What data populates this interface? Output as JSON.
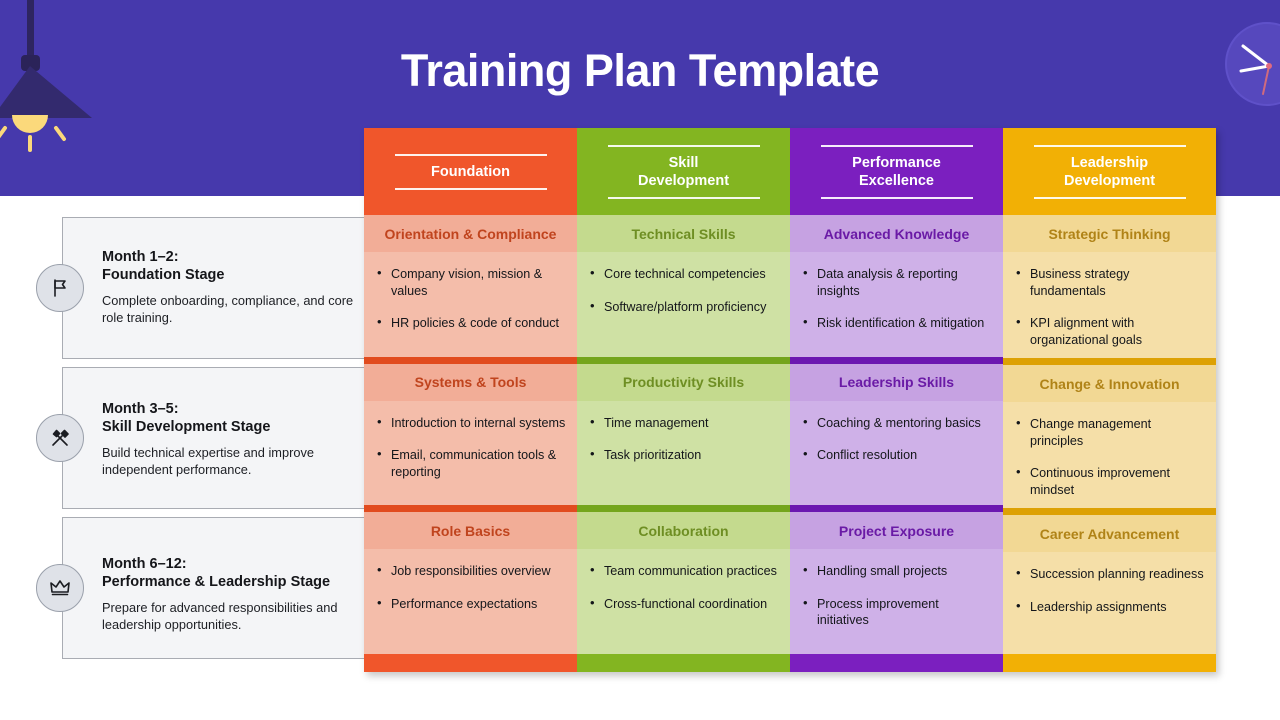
{
  "header": {
    "title": "Training Plan Template",
    "background_color": "#4639AC",
    "lamp_icon": "hanging-lamp-icon",
    "clock_icon": "clock-icon"
  },
  "stages": [
    {
      "icon": "flag-icon",
      "title": "Month 1–2:\nFoundation Stage",
      "description": "Complete onboarding, compliance, and core role training."
    },
    {
      "icon": "tools-icon",
      "title": "Month 3–5:\nSkill Development Stage",
      "description": "Build technical expertise and improve independent performance."
    },
    {
      "icon": "crown-icon",
      "title": "Month 6–12:\nPerformance & Leadership Stage",
      "description": "Prepare for advanced responsibilities and leadership opportunities."
    }
  ],
  "columns": [
    {
      "header": "Foundation",
      "header_color": "#F0562B",
      "sub_bg": "#F2AD97",
      "sub_text_color": "#C0441E",
      "cell_bg": "#F4BDAA",
      "divider_color": "#E14B1E",
      "rows": [
        {
          "subhead": "Orientation & Compliance",
          "items": [
            "Company vision, mission & values",
            "HR policies & code of conduct"
          ]
        },
        {
          "subhead": "Systems & Tools",
          "items": [
            "Introduction to internal systems",
            "Email, communication tools & reporting"
          ]
        },
        {
          "subhead": "Role Basics",
          "items": [
            "Job responsibilities overview",
            "Performance expectations"
          ]
        }
      ]
    },
    {
      "header": "Skill\nDevelopment",
      "header_color": "#83B521",
      "sub_bg": "#C4DA8E",
      "sub_text_color": "#6E8E23",
      "cell_bg": "#CFE1A4",
      "divider_color": "#74A51C",
      "rows": [
        {
          "subhead": "Technical Skills",
          "items": [
            "Core technical competencies",
            "Software/platform proficiency"
          ]
        },
        {
          "subhead": "Productivity Skills",
          "items": [
            "Time management",
            "Task prioritization"
          ]
        },
        {
          "subhead": "Collaboration",
          "items": [
            "Team communication practices",
            "Cross-functional coordination"
          ]
        }
      ]
    },
    {
      "header": "Performance\nExcellence",
      "header_color": "#7B1FBF",
      "sub_bg": "#C6A2E2",
      "sub_text_color": "#6A1AA6",
      "cell_bg": "#CFB1E8",
      "divider_color": "#6B17B0",
      "rows": [
        {
          "subhead": "Advanced Knowledge",
          "items": [
            "Data analysis & reporting insights",
            "Risk identification & mitigation"
          ]
        },
        {
          "subhead": "Leadership Skills",
          "items": [
            "Coaching & mentoring basics",
            "Conflict resolution"
          ]
        },
        {
          "subhead": "Project Exposure",
          "items": [
            "Handling small projects",
            "Process improvement initiatives"
          ]
        }
      ]
    },
    {
      "header": "Leadership\nDevelopment",
      "header_color": "#F2B005",
      "sub_bg": "#F2D894",
      "sub_text_color": "#B08317",
      "cell_bg": "#F5DFA8",
      "divider_color": "#DDA104",
      "rows": [
        {
          "subhead": "Strategic Thinking",
          "items": [
            "Business strategy fundamentals",
            "KPI alignment with organizational goals"
          ]
        },
        {
          "subhead": "Change & Innovation",
          "items": [
            "Change management principles",
            "Continuous improvement mindset"
          ]
        },
        {
          "subhead": "Career Advancement",
          "items": [
            "Succession planning readiness",
            "Leadership assignments"
          ]
        }
      ]
    }
  ]
}
